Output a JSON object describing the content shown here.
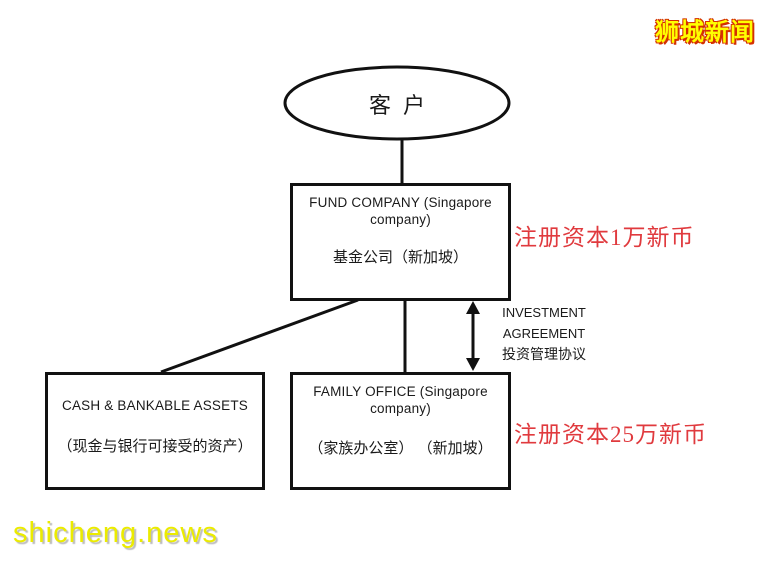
{
  "brand": {
    "logo_text": "狮城新闻",
    "logo_color": "#ffff00",
    "logo_outline_color": "#d43000",
    "site_text": "shicheng.news",
    "site_color": "#ebeb00",
    "site_shadow_color": "#bdbdbd"
  },
  "diagram": {
    "client_label": "客户",
    "fund_company": {
      "en": "FUND COMPANY (Singapore company)",
      "cn": "基金公司（新加坡）",
      "annotation": "注册资本1万新币"
    },
    "cash_assets": {
      "en": "CASH & BANKABLE ASSETS",
      "cn": "（现金与银行可接受的资产）"
    },
    "family_office": {
      "en": "FAMILY OFFICE (Singapore company)",
      "cn": "（家族办公室） （新加坡）",
      "annotation": "注册资本25万新币"
    },
    "investment_agreement": {
      "line1": "INVESTMENT",
      "line2": "AGREEMENT",
      "line3": "投资管理协议"
    },
    "annotation_color": "#e03a3e",
    "line_color": "#111111"
  }
}
